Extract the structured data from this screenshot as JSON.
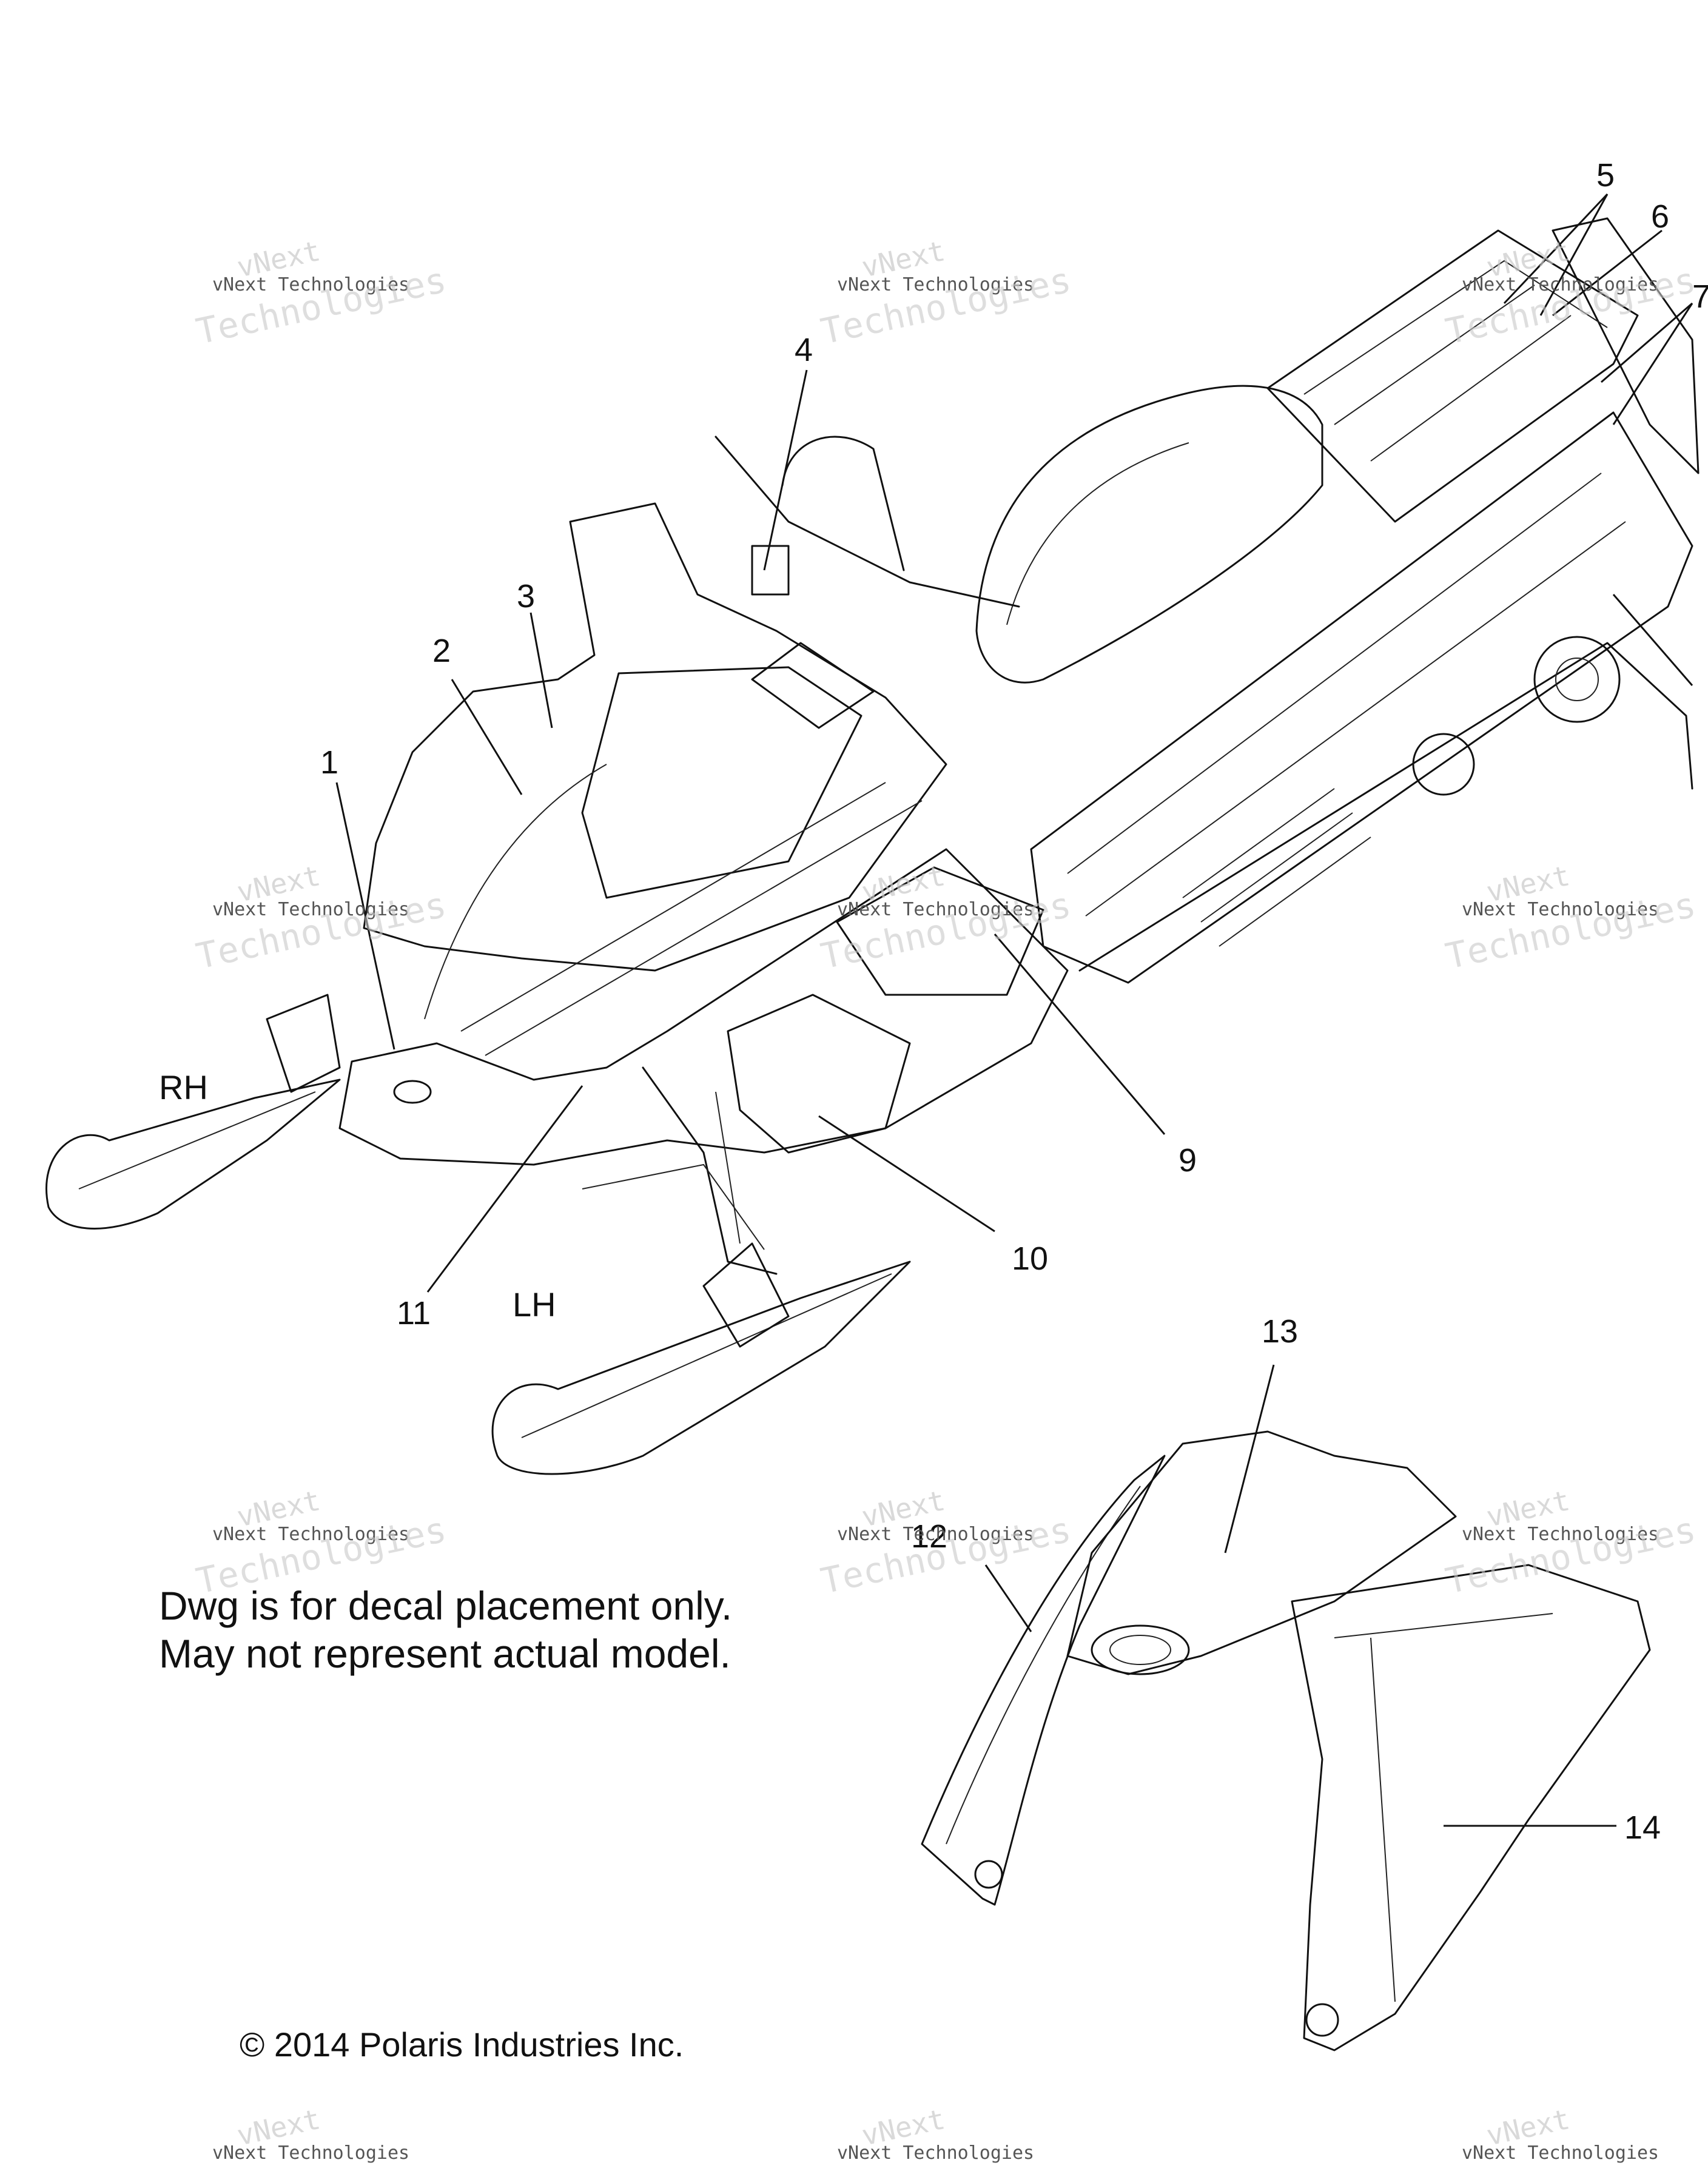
{
  "callouts": [
    "1",
    "2",
    "3",
    "4",
    "5",
    "6",
    "7",
    "9",
    "10",
    "11",
    "12",
    "13",
    "14"
  ],
  "sides": {
    "rh": "RH",
    "lh": "LH"
  },
  "note": {
    "line1": "Dwg is for decal placement only.",
    "line2": "May not represent actual model."
  },
  "copyright": "© 2014 Polaris Industries Inc.",
  "watermark": {
    "logo": "vNext",
    "company": "vNext Technologies",
    "large": "Technologies"
  }
}
